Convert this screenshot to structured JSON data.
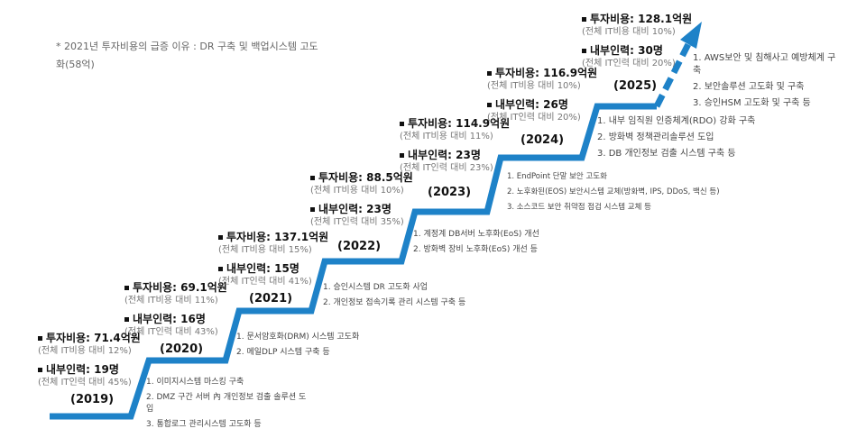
{
  "note": "* 2021년 투자비용의 급증 이유 : DR 구축 및 백업시스템 고도화(58억)",
  "colors": {
    "stair": "#1e82c8",
    "text": "#111111",
    "sub": "#777777"
  },
  "years": [
    {
      "year": "(2019)",
      "invest": "투자비용: 71.4억원",
      "invest_sub": "(전체 IT비용 대비 12%)",
      "staff": "내부인력: 19명",
      "staff_sub": "(전체 IT인력 대비 45%)",
      "projects": [
        "1.  이미지시스템 마스킹 구축",
        "2.  DMZ 구간 서버 內 개인정보 검출 솔루션 도입",
        "3.  통합로그 관리시스템 고도화 등"
      ]
    },
    {
      "year": "(2020)",
      "invest": "투자비용: 69.1억원",
      "invest_sub": "(전체 IT비용 대비 11%)",
      "staff": "내부인력: 16명",
      "staff_sub": "(전체 IT인력 대비 43%)",
      "projects": [
        "1.  문서암호화(DRM) 시스템 고도화",
        "2.  메일DLP 시스템 구축 등"
      ]
    },
    {
      "year": "(2021)",
      "invest": "투자비용: 137.1억원",
      "invest_sub": "(전체 IT비용 대비 15%)",
      "staff": "내부인력: 15명",
      "staff_sub": "(전체 IT인력 대비 41%)",
      "projects": [
        "1.  승인시스템 DR 고도화 사업",
        "2.  개인정보 접속기록 관리 시스템 구축 등"
      ]
    },
    {
      "year": "(2022)",
      "invest": "투자비용: 88.5억원",
      "invest_sub": "(전체 IT비용 대비 10%)",
      "staff": "내부인력: 23명",
      "staff_sub": "(전체 IT인력 대비 35%)",
      "projects": [
        "1.  계정계 DB서버 노후화(EoS) 개선",
        "2.  방화벽 장비 노후화(EoS) 개선 등"
      ]
    },
    {
      "year": "(2023)",
      "invest": "투자비용: 114.9억원",
      "invest_sub": "(전체 IT비용 대비 11%)",
      "staff": "내부인력: 23명",
      "staff_sub": "(전체 IT인력 대비 23%)",
      "projects": [
        "1.  EndPoint 단말 보안 고도화",
        "2.  노후화된(EOS) 보안시스템 교체(방화벽, IPS, DDoS, 백신 등)",
        "3.  소스코드 보안 취약점 점검 시스템 교체 등"
      ]
    },
    {
      "year": "(2024)",
      "invest": "투자비용: 116.9억원",
      "invest_sub": "(전체 IT비용 대비 10%)",
      "staff": "내부인력: 26명",
      "staff_sub": "(전체 IT인력 대비 20%)",
      "projects": [
        "1.  내부 임직원 인증체계(RDO) 강화 구축",
        "2.  방화벽 정책관리솔루션 도입",
        "3.  DB 개인정보 검출 시스템 구축 등"
      ]
    },
    {
      "year": "(2025)",
      "invest": "투자비용: 128.1억원",
      "invest_sub": "(전체 IT비용 대비 10%)",
      "staff": "내부인력: 30명",
      "staff_sub": "(전체 IT인력 대비 20%)",
      "projects": [
        "1.  AWS보안 및 침해사고 예방체계 구축",
        "2.  보안솔루션 고도화 및 구축",
        "3.  승인HSM 고도화 및 구축 등"
      ]
    }
  ]
}
